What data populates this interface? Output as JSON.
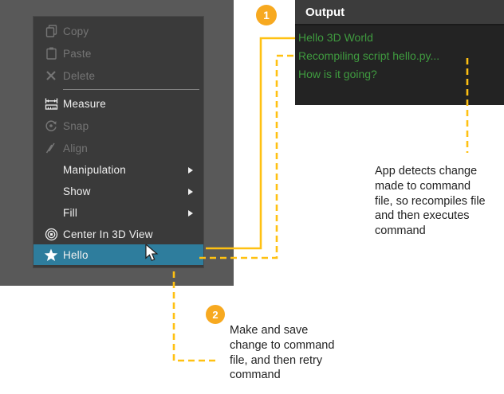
{
  "context_menu": {
    "items": [
      {
        "label": "Copy",
        "state": "disabled",
        "icon": "copy-icon"
      },
      {
        "label": "Paste",
        "state": "disabled",
        "icon": "paste-icon"
      },
      {
        "label": "Delete",
        "state": "disabled",
        "icon": "delete-x-icon"
      },
      {
        "label": "Measure",
        "state": "enabled",
        "icon": "measure-ruler-icon"
      },
      {
        "label": "Snap",
        "state": "disabled",
        "icon": "snap-icon"
      },
      {
        "label": "Align",
        "state": "disabled",
        "icon": "align-icon"
      },
      {
        "label": "Manipulation",
        "state": "enabled",
        "submenu": true
      },
      {
        "label": "Show",
        "state": "enabled",
        "submenu": true
      },
      {
        "label": "Fill",
        "state": "enabled",
        "submenu": true
      },
      {
        "label": "Center In 3D View",
        "state": "enabled",
        "icon": "center-target-icon"
      },
      {
        "label": "Hello",
        "state": "selected",
        "icon": "star-icon"
      }
    ]
  },
  "output_panel": {
    "title": "Output",
    "lines": {
      "0": "Hello 3D World",
      "1": "Recompiling script hello.py...",
      "2": "How is it going?"
    }
  },
  "callout1": {
    "number": "1",
    "lines": {
      "0": "App detects change",
      "1": "made to command",
      "2": "file, so recompiles file",
      "3": "and then executes",
      "4": "command"
    }
  },
  "callout2": {
    "number": "2",
    "lines": {
      "0": "Make and save",
      "1": "change to command",
      "2": "file, and then retry",
      "3": "command"
    }
  },
  "colors": {
    "backdrop": "#595959",
    "menu_bg": "#3a3a3a",
    "selected_row": "#2e7d9d",
    "output_header_bg": "#3c3c3c",
    "output_body_bg": "#232323",
    "console_green": "#3f9b3f",
    "connector_yellow": "#ffc112",
    "badge_orange": "#f7a920",
    "disabled_text": "#757575",
    "enabled_text": "#f0f0f0"
  }
}
